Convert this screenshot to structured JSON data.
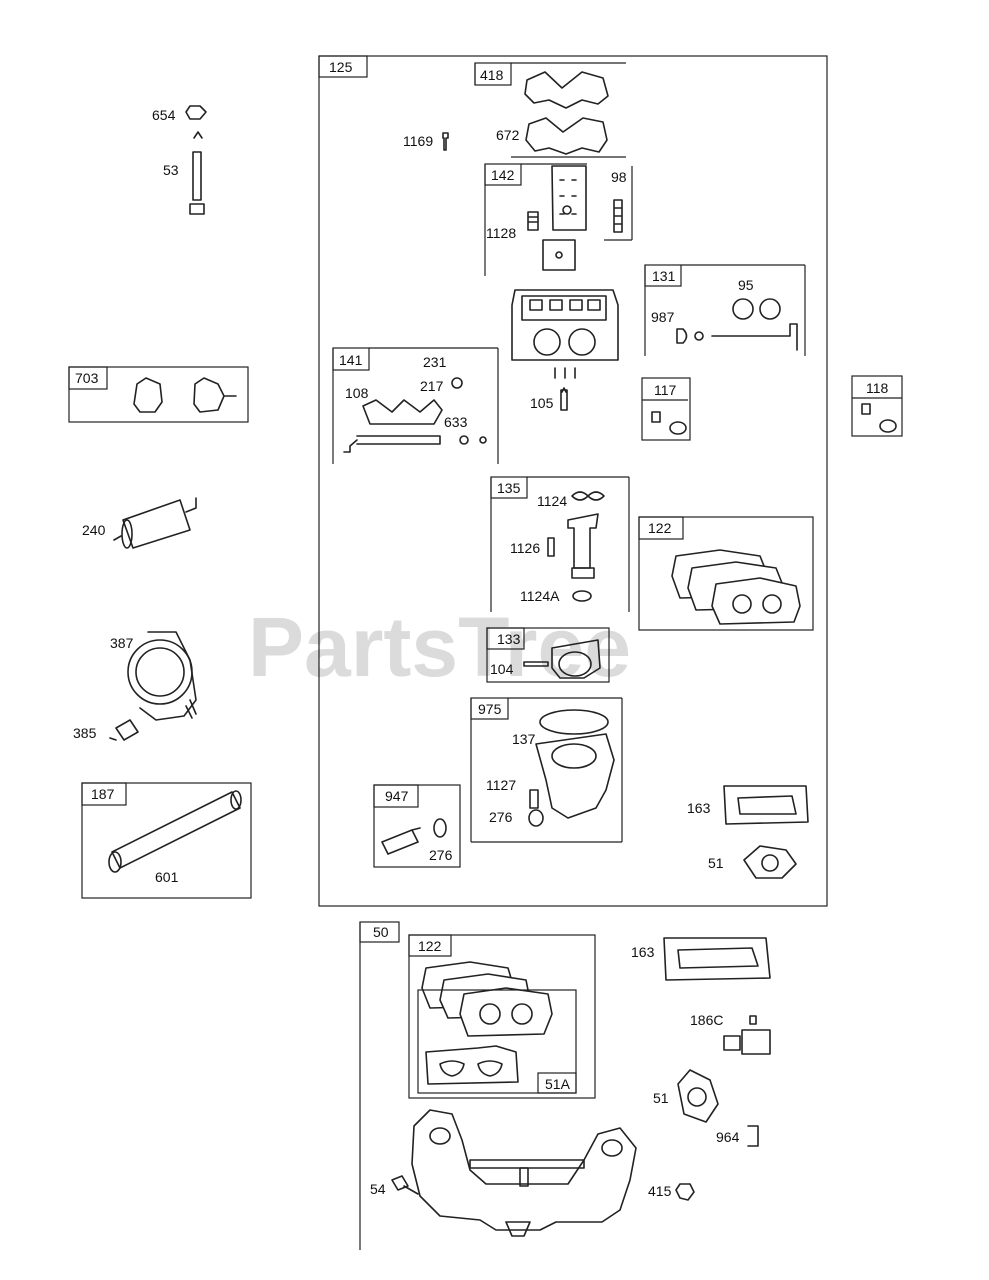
{
  "watermark": "PartsTree",
  "groups": {
    "g125": "125",
    "g418": "418",
    "g142": "142",
    "g131": "131",
    "g141": "141",
    "g117": "117",
    "g118": "118",
    "g703": "703",
    "g135": "135",
    "g122a": "122",
    "g133": "133",
    "g975": "975",
    "g947": "947",
    "g187": "187",
    "g50": "50",
    "g122b": "122",
    "g51a": "51A"
  },
  "parts": {
    "p654": "654",
    "p53": "53",
    "p1169": "1169",
    "p672": "672",
    "p1128": "1128",
    "p98": "98",
    "p95": "95",
    "p987": "987",
    "p231": "231",
    "p217": "217",
    "p108": "108",
    "p633": "633",
    "p105": "105",
    "p240": "240",
    "p1124": "1124",
    "p1126": "1126",
    "p1124A": "1124A",
    "p387": "387",
    "p385": "385",
    "p104": "104",
    "p137": "137",
    "p1127": "1127",
    "p276a": "276",
    "p276b": "276",
    "p163a": "163",
    "p51a": "51",
    "p601": "601",
    "p163b": "163",
    "p186C": "186C",
    "p51b": "51",
    "p964": "964",
    "p54": "54",
    "p415": "415"
  }
}
